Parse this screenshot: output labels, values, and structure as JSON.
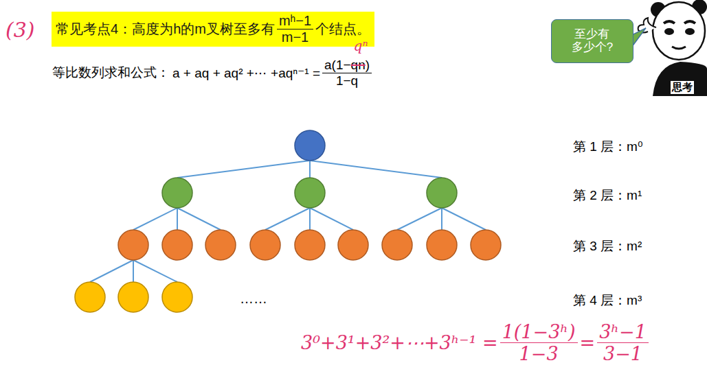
{
  "diagram": {
    "nodes": [
      {
        "text": [
          "至少有 多少个?"
        ]
      }
    ],
    "labels": [
      "(3)",
      "常见考点4：",
      "高度为h",
      "的m叉树至多有",
      "mʰ−1",
      "m−1",
      "个结点。",
      "等比数列求和公式：",
      "a + aq + aq² +⋯ +aqⁿ⁻¹ =",
      "a(1−",
      "qn",
      ")",
      "qⁿ",
      "1−q",
      "第 1 层：m⁰",
      "第 2 层：m¹",
      "第 3 层：m²",
      "第 4 层：m³",
      "……",
      "3⁰+3¹+3²+⋯+3ʰ⁻¹ =",
      "1(1−3ʰ)",
      "1−3",
      "=",
      "3ʰ−1",
      "3−1",
      "思考"
    ]
  }
}
